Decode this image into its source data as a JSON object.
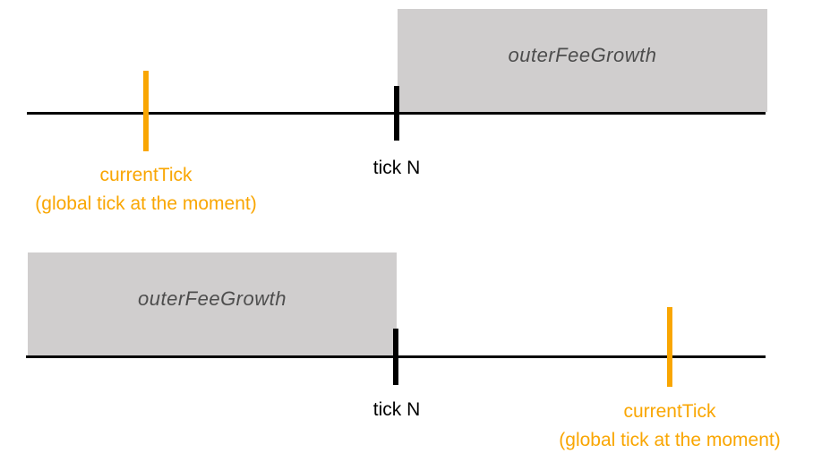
{
  "colors": {
    "orange": "#F9A602",
    "box_fill": "#D0CECE",
    "box_text": "#4D4D4D",
    "line": "#000000"
  },
  "diagrams": [
    {
      "box_label": "outerFeeGrowth",
      "tick_n_label": "tick N",
      "current_tick_label": "currentTick",
      "current_tick_sublabel": "(global tick at the moment)"
    },
    {
      "box_label": "outerFeeGrowth",
      "tick_n_label": "tick N",
      "current_tick_label": "currentTick",
      "current_tick_sublabel": "(global tick at the moment)"
    }
  ]
}
